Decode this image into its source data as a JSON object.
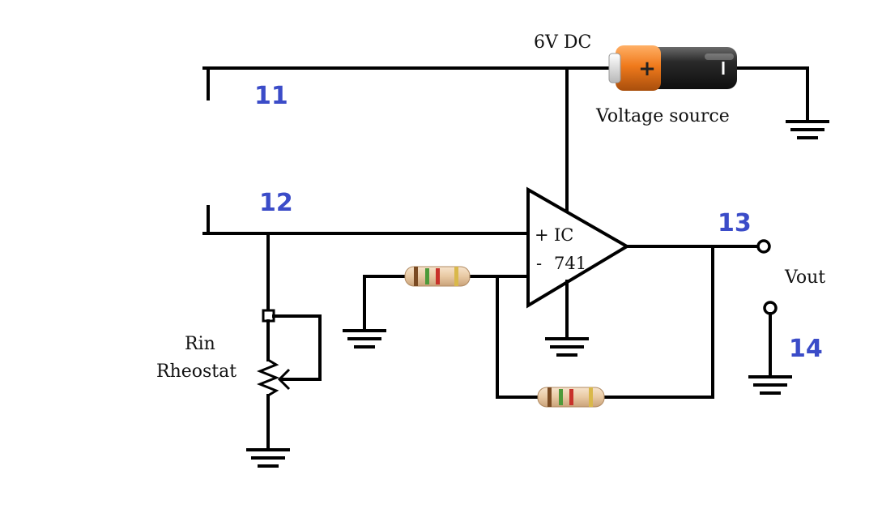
{
  "source": {
    "voltage_label": "6V DC",
    "name_label": "Voltage source",
    "plus_symbol": "+"
  },
  "nodes": {
    "n11": "11",
    "n12": "12",
    "n13": "13",
    "n14": "14"
  },
  "opamp": {
    "plus": "+",
    "minus": "-",
    "name": "IC",
    "part": "741"
  },
  "rheostat": {
    "line1": "Rin",
    "line2": "Rheostat"
  },
  "output": {
    "label": "Vout"
  },
  "colors": {
    "node_label": "#3B4CC8",
    "battery_orange": "#F07A1C",
    "battery_body": "#2A2A2A",
    "resistor_body": "#E8C9A3",
    "band_brown": "#7A4A22",
    "band_green": "#4E9A3A",
    "band_red": "#C8322A",
    "band_gold": "#D9B84A"
  }
}
